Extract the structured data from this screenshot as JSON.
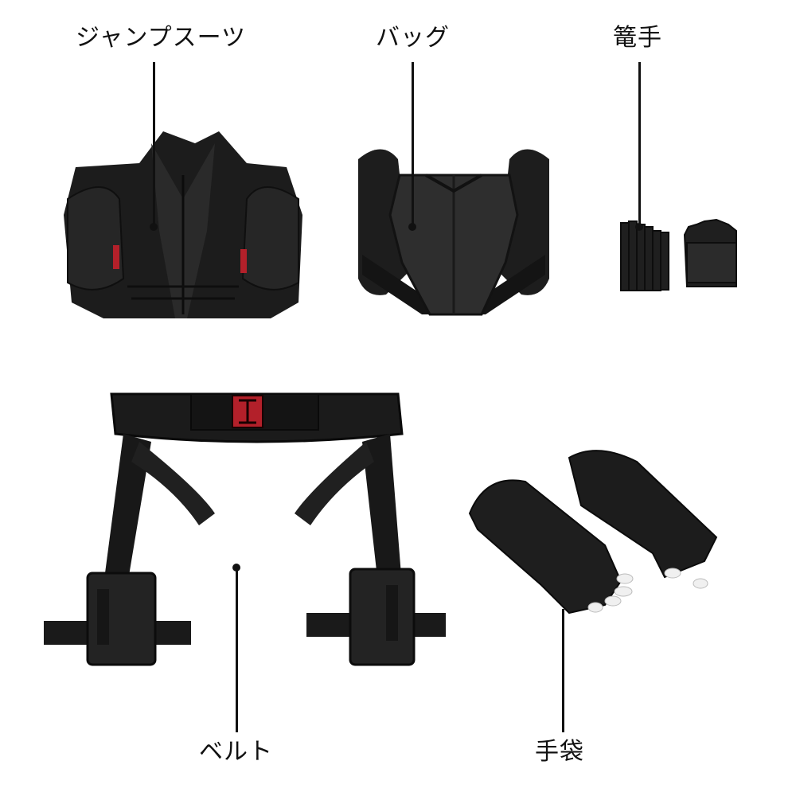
{
  "labels": {
    "jumpsuit": "ジャンプスーツ",
    "bag": "バッグ",
    "gauntlet": "篭手",
    "belt": "ベルト",
    "gloves": "手袋"
  },
  "colors": {
    "background": "#ffffff",
    "garment_dark": "#1a1a1a",
    "garment_mid": "#2b2b2b",
    "garment_light": "#3c3c3c",
    "accent_red": "#b3202a",
    "label_text": "#111111"
  },
  "icons": [
    "jumpsuit-image",
    "bag-harness-image",
    "gauntlet-image",
    "belt-holster-image",
    "gloves-image"
  ]
}
